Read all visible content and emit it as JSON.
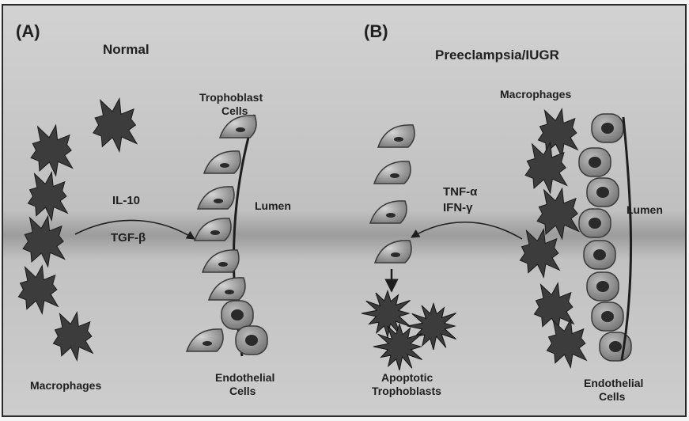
{
  "panel_a": {
    "label": "(A)",
    "title": "Normal",
    "trophoblast_label_line1": "Trophoblast",
    "trophoblast_label_line2": "Cells",
    "lumen_label": "Lumen",
    "cytokine_1": "IL-10",
    "cytokine_2": "TGF-β",
    "macrophages_label": "Macrophages",
    "endothelial_label_line1": "Endothelial",
    "endothelial_label_line2": "Cells"
  },
  "panel_b": {
    "label": "(B)",
    "title": "Preeclampsia/IUGR",
    "macrophages_label": "Macrophages",
    "cytokine_1": "TNF-α",
    "cytokine_2": "IFN-γ",
    "lumen_label": "Lumen",
    "apoptotic_label_line1": "Apoptotic",
    "apoptotic_label_line2": "Trophoblasts",
    "endothelial_label_line1": "Endothelial",
    "endothelial_label_line2": "Cells"
  },
  "colors": {
    "background": "#c6c6c6",
    "macrophage": "#3c3c3c",
    "trophoblast": "#9a9a9a",
    "endothelial": "#8e8e8e",
    "nucleus": "#2a2a2a",
    "wall": "#1e1e1e",
    "text": "#202020"
  }
}
